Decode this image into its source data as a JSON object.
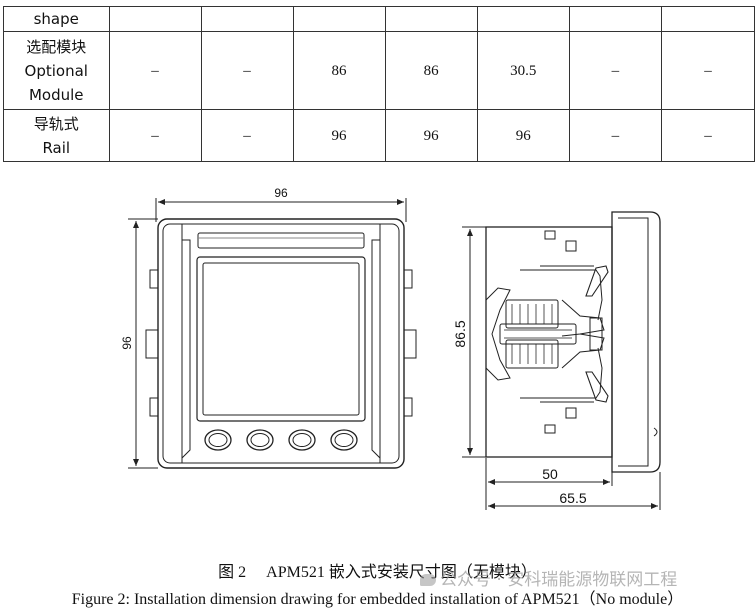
{
  "table": {
    "rows": [
      {
        "label_lines": [
          "shape"
        ],
        "cells": [
          "",
          "",
          "",
          "",
          "",
          "",
          ""
        ]
      },
      {
        "label_lines": [
          "选配模块",
          "Optional",
          "Module"
        ],
        "cells": [
          "–",
          "–",
          "86",
          "86",
          "30.5",
          "–",
          "–"
        ]
      },
      {
        "label_lines": [
          "导轨式",
          "Rail"
        ],
        "cells": [
          "–",
          "–",
          "96",
          "96",
          "96",
          "–",
          "–"
        ]
      }
    ]
  },
  "drawing": {
    "front_width_label": "96",
    "front_height_label": "96",
    "side_height_label": "86.5",
    "side_depth_inner_label": "50",
    "side_depth_total_label": "65.5"
  },
  "caption": {
    "cn": "图 2　 APM521 嵌入式安装尺寸图（无模块）",
    "en": "Figure 2: Installation dimension drawing for embedded installation of APM521（No module）"
  },
  "watermark": {
    "text": "公众号 · 安科瑞能源物联网工程"
  }
}
